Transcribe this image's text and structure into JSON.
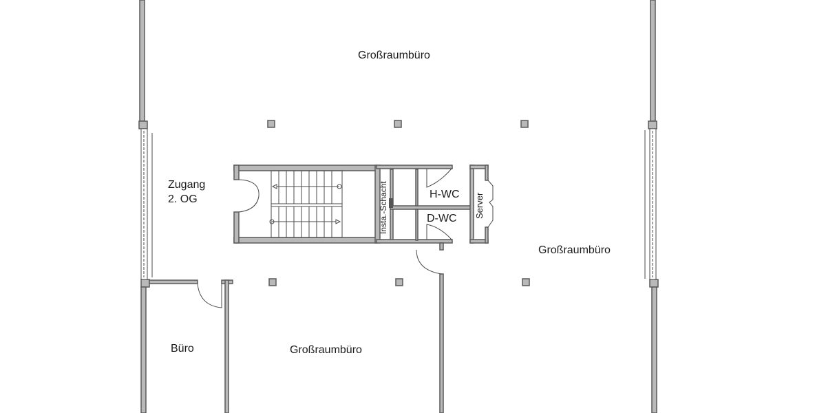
{
  "plan": {
    "floor": "2. OG",
    "rooms": {
      "top_office": "Großraumbüro",
      "right_office": "Großraumbüro",
      "bottom_office": "Großraumbüro",
      "small_office": "Büro",
      "entrance_line1": "Zugang",
      "entrance_line2": "2. OG",
      "men_wc": "H-WC",
      "women_wc": "D-WC",
      "server": "Server",
      "shaft": "Insta.-Schacht"
    },
    "colors": {
      "wall_fill": "#b9b9b9",
      "wall_stroke": "#5a5a5a",
      "background": "#ffffff",
      "text": "#1a1a1a"
    }
  }
}
